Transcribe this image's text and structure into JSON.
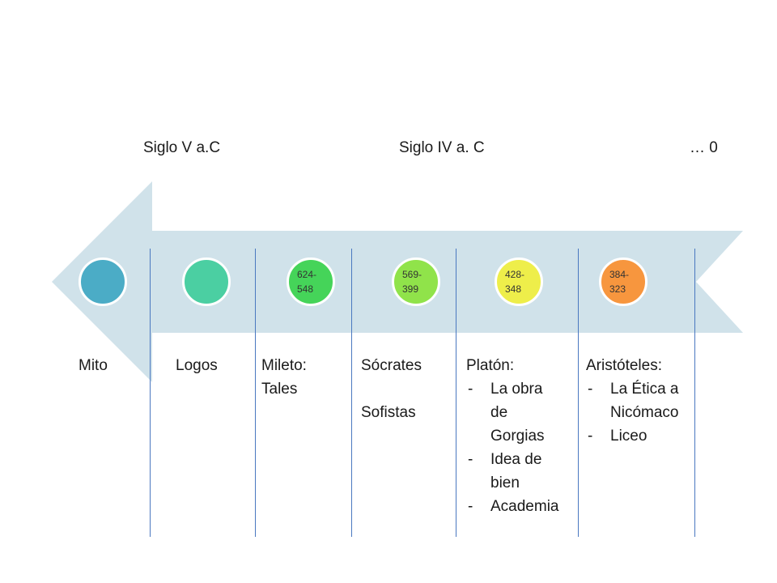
{
  "eras": [
    "Siglo V a.C",
    "Siglo IV a. C",
    "… 0"
  ],
  "stages": [
    {
      "dates": "",
      "color": "#4bacc6",
      "title": "Mito"
    },
    {
      "dates": "",
      "color": "#4bcfa2",
      "title": "Logos"
    },
    {
      "dates": "624- 548",
      "color": "#45d459",
      "title": "Mileto:",
      "lines": [
        "Tales"
      ]
    },
    {
      "dates": "569- 399",
      "color": "#90e34a",
      "title": "Sócrates",
      "lines": [
        "Sofistas"
      ]
    },
    {
      "dates": "428- 348",
      "color": "#eeee4a",
      "title": "Platón:",
      "bullets": [
        "La obra de Gorgias",
        "Idea de bien",
        "Academia"
      ]
    },
    {
      "dates": "384- 323",
      "color": "#f7963e",
      "title": "Aristóteles:",
      "bullets": [
        "La Ética a Nicómaco",
        "Liceo"
      ]
    }
  ],
  "colors": {
    "arrow": "#d0e2ea",
    "divider": "#4a78c0"
  }
}
